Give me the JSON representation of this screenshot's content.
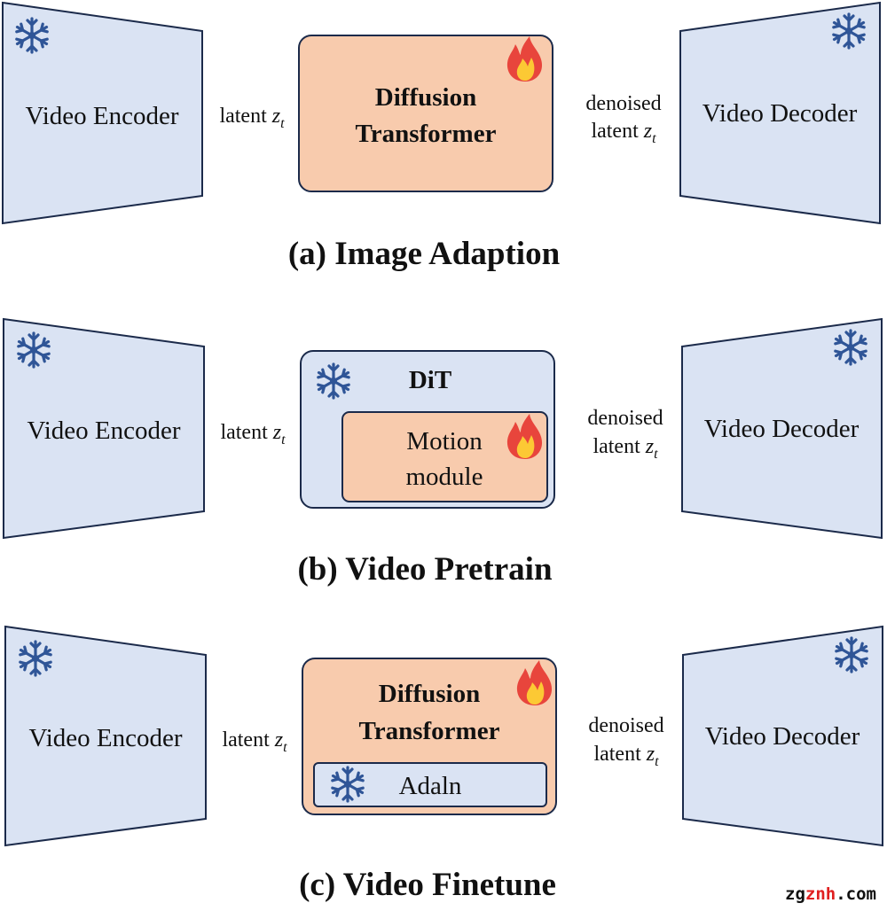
{
  "colors": {
    "frozen_fill": "#dae3f3",
    "trainable_fill": "#f8cbad",
    "stroke": "#1b2a4a",
    "snowflake": "#2f5597",
    "fire_outer": "#e8453c",
    "fire_inner": "#fcc934",
    "watermark_red": "#e02020"
  },
  "icons": {
    "frozen": "snowflake-icon",
    "trainable": "fire-icon"
  },
  "panel_a": {
    "encoder_label": "Video Encoder",
    "latent_text": "latent",
    "latent_var": "z",
    "latent_sub": "t",
    "core_line1": "Diffusion",
    "core_line2": "Transformer",
    "denoised_line1": "denoised",
    "denoised_line2_text": "latent",
    "decoder_label": "Video Decoder",
    "caption": "(a) Image Adaption"
  },
  "panel_b": {
    "encoder_label": "Video Encoder",
    "latent_text": "latent",
    "latent_var": "z",
    "latent_sub": "t",
    "outer_label": "DiT",
    "inner_line1": "Motion",
    "inner_line2": "module",
    "denoised_line1": "denoised",
    "denoised_line2_text": "latent",
    "decoder_label": "Video Decoder",
    "caption": "(b) Video Pretrain"
  },
  "panel_c": {
    "encoder_label": "Video Encoder",
    "latent_text": "latent",
    "latent_var": "z",
    "latent_sub": "t",
    "core_line1": "Diffusion",
    "core_line2": "Transformer",
    "inner_label": "Adaln",
    "denoised_line1": "denoised",
    "denoised_line2_text": "latent",
    "decoder_label": "Video Decoder",
    "caption": "(c) Video Finetune"
  },
  "watermark": {
    "part1": "zg",
    "part2": "znh",
    "part3": ".com"
  }
}
